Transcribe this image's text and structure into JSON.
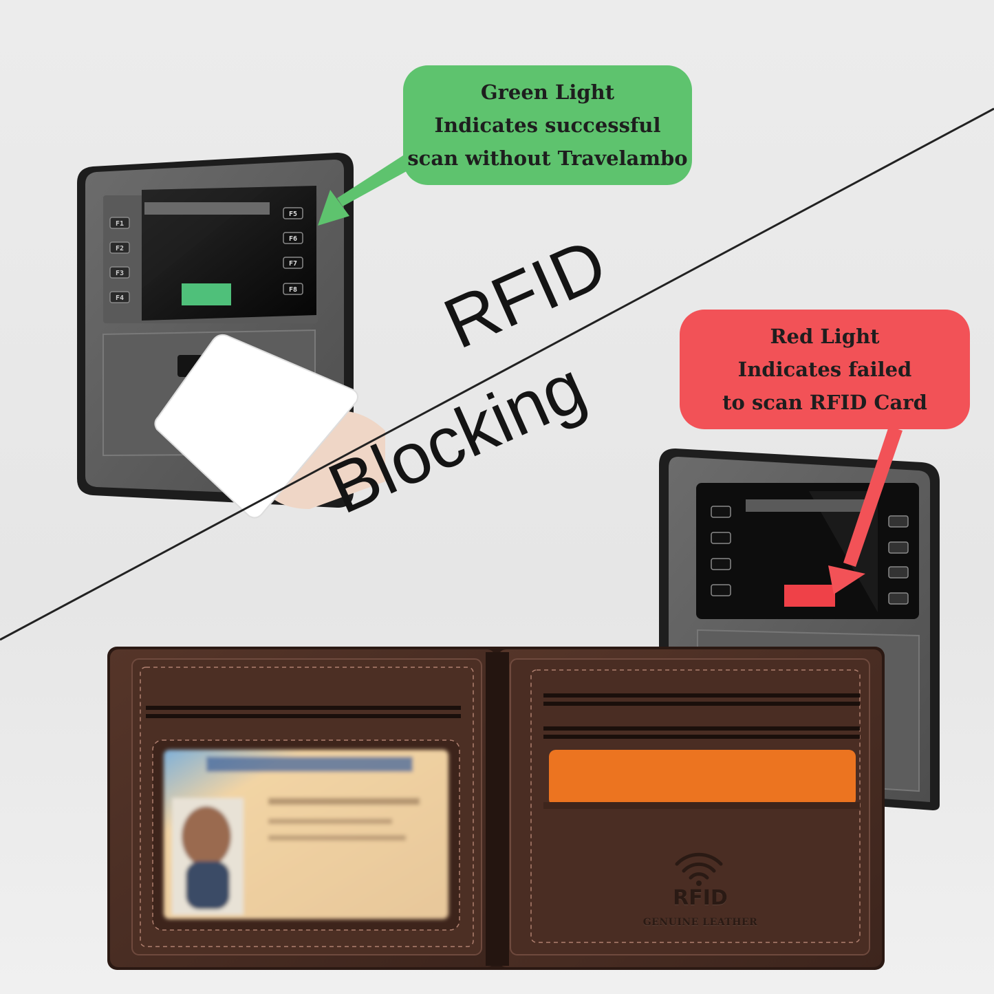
{
  "green_callout": {
    "lines": [
      "Green Light",
      "Indicates successful",
      "scan without Travelambo"
    ],
    "color": "#5ec36e"
  },
  "red_callout": {
    "lines": [
      "Red Light",
      "Indicates failed",
      "to scan RFID Card"
    ],
    "color": "#f25257"
  },
  "headline": {
    "line1": "RFID",
    "line2": "Blocking"
  },
  "reader_top": {
    "keys": [
      "F1",
      "F2",
      "F3",
      "F4",
      "F5",
      "F6",
      "F7",
      "F8"
    ],
    "indicator_color": "#4fc07a"
  },
  "reader_bottom": {
    "indicator_color": "#ef4148"
  },
  "wallet": {
    "emboss_text": "RFID",
    "material_text": "GENUINE LEATHER",
    "leather_color": "#4a2e24",
    "card_color": "#ec7420"
  },
  "divider_color": "#222222"
}
